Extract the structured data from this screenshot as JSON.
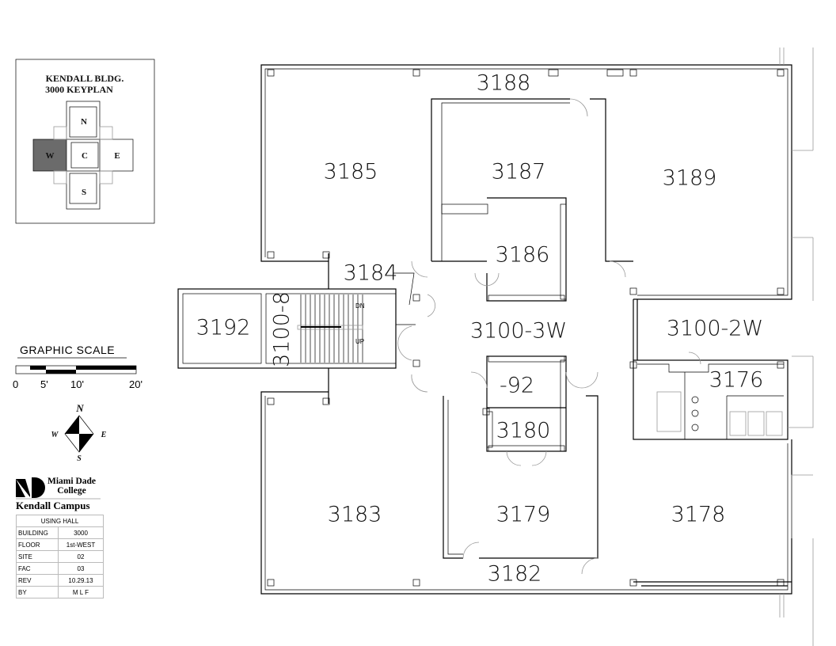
{
  "keyplan": {
    "title_line1": "KENDALL BLDG.",
    "title_line2": "3000 KEYPLAN",
    "sections": [
      "N",
      "W",
      "C",
      "E",
      "S"
    ],
    "highlighted_section": "W",
    "highlight_color": "#6b6b6b"
  },
  "scale": {
    "title": "GRAPHIC SCALE",
    "ticks": [
      "0",
      "5'",
      "10'",
      "20'"
    ]
  },
  "compass": {
    "n": "N",
    "s": "S",
    "e": "E",
    "w": "W"
  },
  "logo": {
    "line1": "Miami Dade",
    "line2": "College",
    "campus": "Kendall Campus"
  },
  "info_table": {
    "header": "USING  HALL",
    "rows": [
      {
        "label": "BUILDING",
        "value": "3000"
      },
      {
        "label": "FLOOR",
        "value": "1st-WEST"
      },
      {
        "label": "SITE",
        "value": "02"
      },
      {
        "label": "FAC",
        "value": "03"
      },
      {
        "label": "REV",
        "value": "10.29.13"
      },
      {
        "label": "BY",
        "value": "M  L  F"
      }
    ]
  },
  "stair_labels": {
    "down": "DN",
    "up": "UP"
  },
  "rooms": {
    "r3188": "3188",
    "r3185": "3185",
    "r3187": "3187",
    "r3189": "3189",
    "r3186": "3186",
    "r3184": "3184",
    "r3192": "3192",
    "r3100_8": "3100-8",
    "r3100_3w": "3100-3W",
    "r3100_2w": "3100-2W",
    "r3176": "3176",
    "r92": "-92",
    "r3180": "3180",
    "r3183": "3183",
    "r3179": "3179",
    "r3178": "3178",
    "r3182": "3182"
  }
}
